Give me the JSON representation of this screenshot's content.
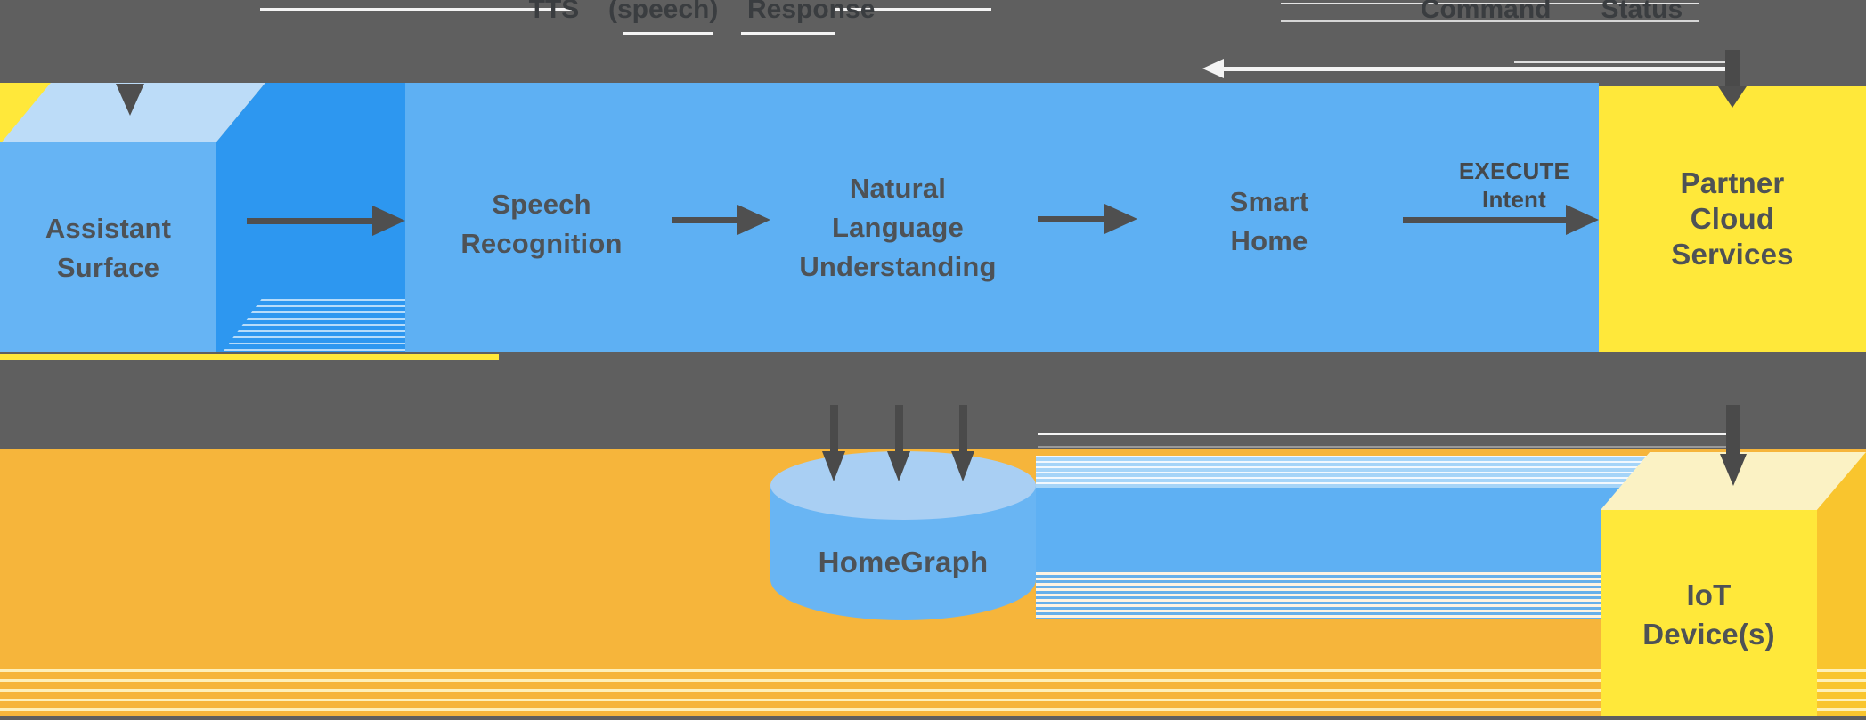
{
  "top_band": {
    "tts_label": "TTS  (speech)  Response",
    "command_label": "Command",
    "status_label": "Status"
  },
  "pipeline": {
    "assistant_surface": "Assistant\nSurface",
    "speech_recognition": "Speech\nRecognition",
    "natural_language_understanding": "Natural\nLanguage\nUnderstanding",
    "smart_home": "Smart\nHome",
    "execute_intent_label": "EXECUTE\nIntent",
    "partner_cloud_services": "Partner\nCloud\nServices"
  },
  "storage": {
    "homegraph": "HomeGraph"
  },
  "devices": {
    "iot_devices": "IoT\nDevice(s)"
  },
  "colors": {
    "band_gray": "#5F5F5F",
    "blue_medium": "#5EB0F3",
    "blue_dark": "#2D97F0",
    "blue_light_face": "#BCDCF8",
    "cylinder_top": "#A9CFF3",
    "yellow_bright": "#FFE83A",
    "yellow_cream": "#FBF2C4",
    "yellow_side": "#F9C52E",
    "orange_background": "#F6B53B",
    "arrow_dark": "#4F4F4F",
    "label_text": "#4E5256",
    "band_text": "#3A3D40"
  }
}
